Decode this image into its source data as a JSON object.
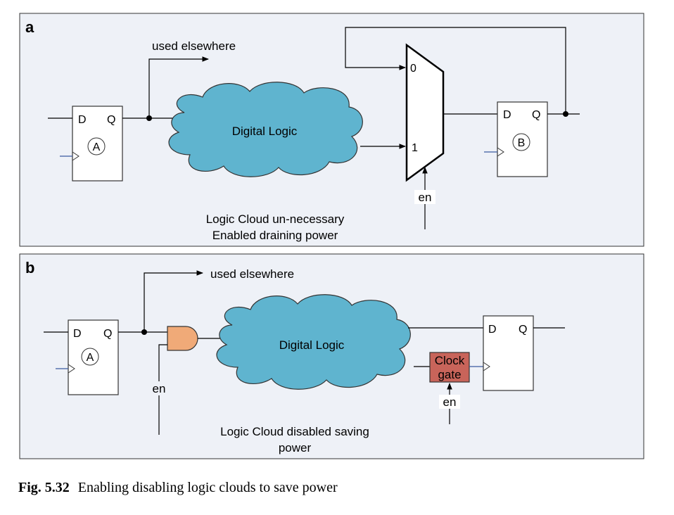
{
  "panel_a": {
    "letter": "a",
    "used_elsewhere": "used elsewhere",
    "cloud_label": "Digital Logic",
    "ff_a": {
      "d": "D",
      "q": "Q",
      "name": "A"
    },
    "ff_b": {
      "d": "D",
      "q": "Q",
      "name": "B"
    },
    "mux_in0": "0",
    "mux_in1": "1",
    "enable": "en",
    "note_line1": "Logic Cloud un-necessary",
    "note_line2": "Enabled draining power"
  },
  "panel_b": {
    "letter": "b",
    "used_elsewhere": "used elsewhere",
    "cloud_label": "Digital Logic",
    "ff_a": {
      "d": "D",
      "q": "Q",
      "name": "A"
    },
    "ff_out": {
      "d": "D",
      "q": "Q"
    },
    "and_enable": "en",
    "clock_gate_line1": "Clock",
    "clock_gate_line2": "gate",
    "clock_gate_enable": "en",
    "note_line1": "Logic Cloud disabled saving",
    "note_line2": "power"
  },
  "caption": {
    "number": "Fig. 5.32",
    "text": "Enabling disabling logic clouds to save power"
  },
  "colors": {
    "panel_bg": "#eef1f7",
    "cloud_fill": "#5fb4cf",
    "and_gate_fill": "#f0aa78",
    "clock_gate_fill": "#c8645a",
    "clock_wire": "#3a5aa0"
  }
}
